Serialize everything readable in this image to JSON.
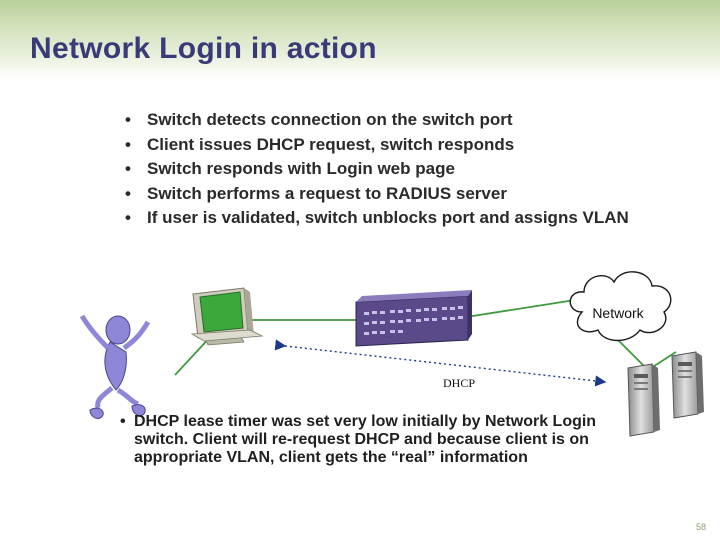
{
  "slide": {
    "title": "Network Login in action",
    "bullets": [
      "Switch detects connection on the switch port",
      "Client issues DHCP request, switch responds",
      "Switch responds with Login web page",
      "Switch performs a request to RADIUS server",
      "If user is validated, switch unblocks port and assigns VLAN"
    ],
    "diagram": {
      "cloud_label": "Network",
      "arrow_label": "DHCP"
    },
    "note": "DHCP lease timer was set very low initially by Network Login switch. Client will re-request DHCP and because client is on appropriate VLAN, client gets the “real” information",
    "page_number": "58"
  },
  "colors": {
    "title": "#3b3a78",
    "header_band": "#b9cf9a",
    "monitor_screen": "#3aa83a",
    "switch_body": "#5a4a8a",
    "connection_line": "#3d9a3d",
    "person": "#8e86d6"
  },
  "icons": [
    "computer-icon",
    "person-icon",
    "switch-icon",
    "network-cloud-icon",
    "server-icon"
  ]
}
